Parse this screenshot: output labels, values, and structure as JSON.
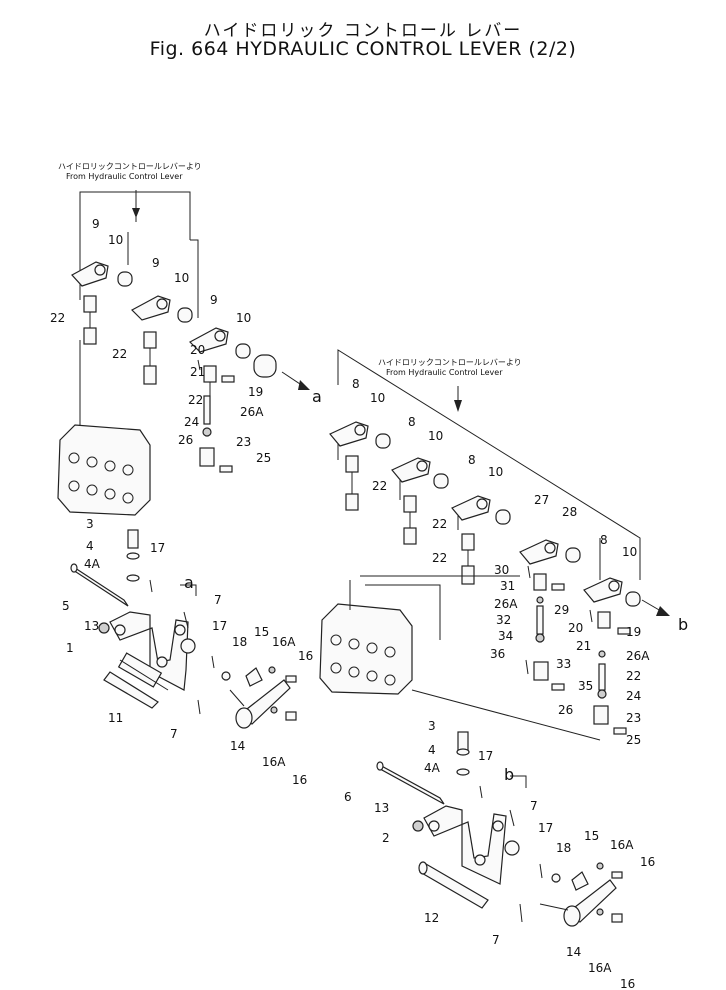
{
  "header": {
    "title_jp": "ハイドロリック コントロール レバー",
    "title_en": "Fig. 664 HYDRAULIC CONTROL LEVER (2/2)"
  },
  "notes": {
    "left_jp": "ハイドロリックコントロールレバーより",
    "left_en": "From Hydraulic Control Lever",
    "right_jp": "ハイドロリックコントロールレバーより",
    "right_en": "From Hydraulic Control Lever"
  },
  "arrows": {
    "a": "a",
    "b": "b"
  },
  "callouts_left": [
    "9",
    "10",
    "9",
    "10",
    "9",
    "10",
    "22",
    "22",
    "20",
    "21",
    "19",
    "22",
    "26A",
    "24",
    "26",
    "23",
    "25",
    "3",
    "4",
    "4A",
    "17",
    "5",
    "13",
    "1",
    "7",
    "17",
    "18",
    "15",
    "16A",
    "16",
    "11",
    "7",
    "14",
    "16A",
    "16"
  ],
  "callouts_right": [
    "8",
    "10",
    "8",
    "10",
    "8",
    "10",
    "22",
    "22",
    "22",
    "27",
    "28",
    "8",
    "10",
    "30",
    "31",
    "26A",
    "32",
    "29",
    "34",
    "20",
    "21",
    "19",
    "36",
    "33",
    "35",
    "26A",
    "22",
    "24",
    "26",
    "23",
    "25",
    "3",
    "4",
    "4A",
    "17",
    "6",
    "13",
    "2",
    "7",
    "17",
    "18",
    "15",
    "16A",
    "16",
    "12",
    "7",
    "14",
    "16A",
    "16"
  ]
}
